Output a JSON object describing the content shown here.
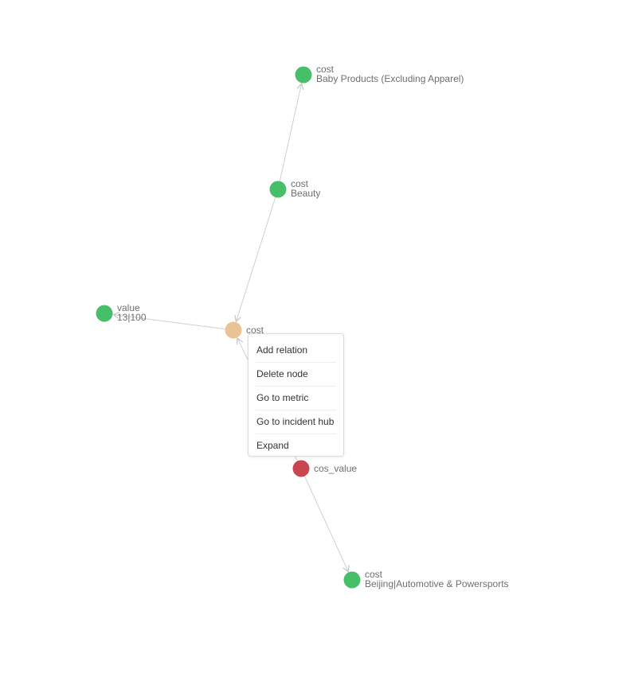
{
  "graph": {
    "nodes": [
      {
        "id": "baby",
        "lines": [
          "cost",
          "Baby Products (Excluding Apparel)"
        ],
        "color": "#47bf6a",
        "status": "normal"
      },
      {
        "id": "beauty",
        "lines": [
          "cost",
          "Beauty"
        ],
        "color": "#47bf6a",
        "status": "normal"
      },
      {
        "id": "value",
        "lines": [
          "value",
          "13|100"
        ],
        "color": "#47bf6a",
        "status": "normal"
      },
      {
        "id": "center",
        "lines": [
          "cost"
        ],
        "color": "#e8c393",
        "status": "selected"
      },
      {
        "id": "cos",
        "lines": [
          "cos_value"
        ],
        "color": "#c94651",
        "status": "abnormal"
      },
      {
        "id": "beijing",
        "lines": [
          "cost",
          "Beijing|Automotive & Powersports"
        ],
        "color": "#47bf6a",
        "status": "normal"
      }
    ],
    "edges": [
      {
        "from": "beauty",
        "to": "baby"
      },
      {
        "from": "beauty",
        "to": "center"
      },
      {
        "from": "center",
        "to": "value"
      },
      {
        "from": "cos",
        "to": "center"
      },
      {
        "from": "cos",
        "to": "beijing"
      }
    ]
  },
  "context_menu": {
    "items": [
      "Add relation",
      "Delete node",
      "Go to metric",
      "Go to incident hub",
      "Expand"
    ]
  }
}
